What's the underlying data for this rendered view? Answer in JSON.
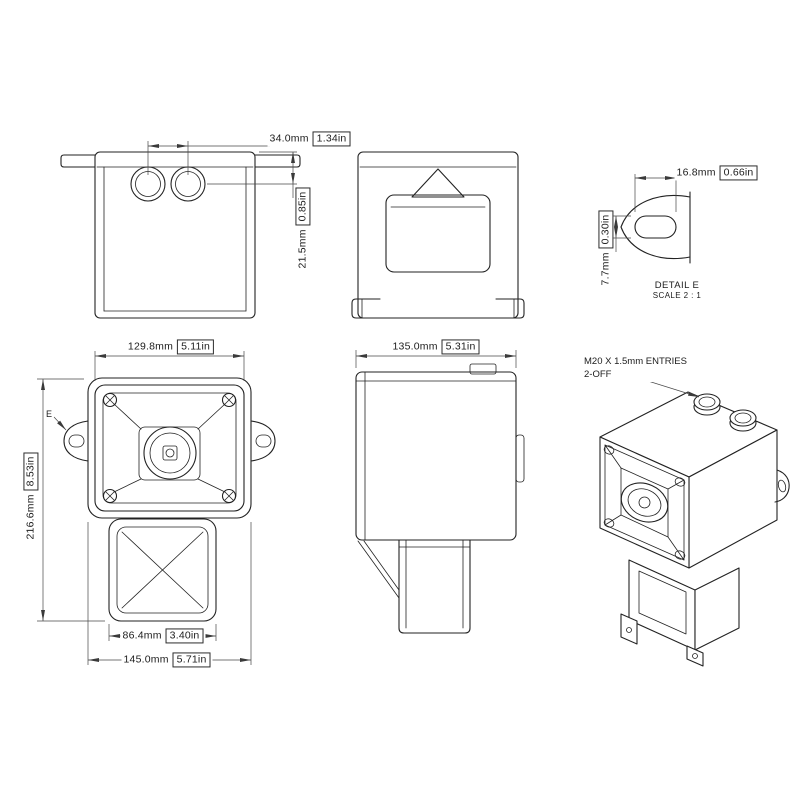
{
  "dims": {
    "entry_spacing": {
      "mm": "34.0mm",
      "in": "1.34in"
    },
    "entry_offset": {
      "mm": "21.5mm",
      "in": "0.85in"
    },
    "slot_length": {
      "mm": "16.8mm",
      "in": "0.66in"
    },
    "slot_width": {
      "mm": "7.7mm",
      "in": "0.30in"
    },
    "front_width": {
      "mm": "129.8mm",
      "in": "5.11in"
    },
    "overall_height": {
      "mm": "216.6mm",
      "in": "8.53in"
    },
    "body_width": {
      "mm": "86.4mm",
      "in": "3.40in"
    },
    "flange_width": {
      "mm": "145.0mm",
      "in": "5.71in"
    },
    "side_depth": {
      "mm": "135.0mm",
      "in": "5.31in"
    }
  },
  "labels": {
    "detail_title": "DETAIL E",
    "detail_scale": "SCALE 2 : 1",
    "entries_note_line1": "M20 X 1.5mm ENTRIES",
    "entries_note_line2": "2-OFF",
    "detail_callout": "E"
  },
  "colors": {
    "line": "#222222",
    "dimension_line": "#474747",
    "background": "#ffffff"
  }
}
